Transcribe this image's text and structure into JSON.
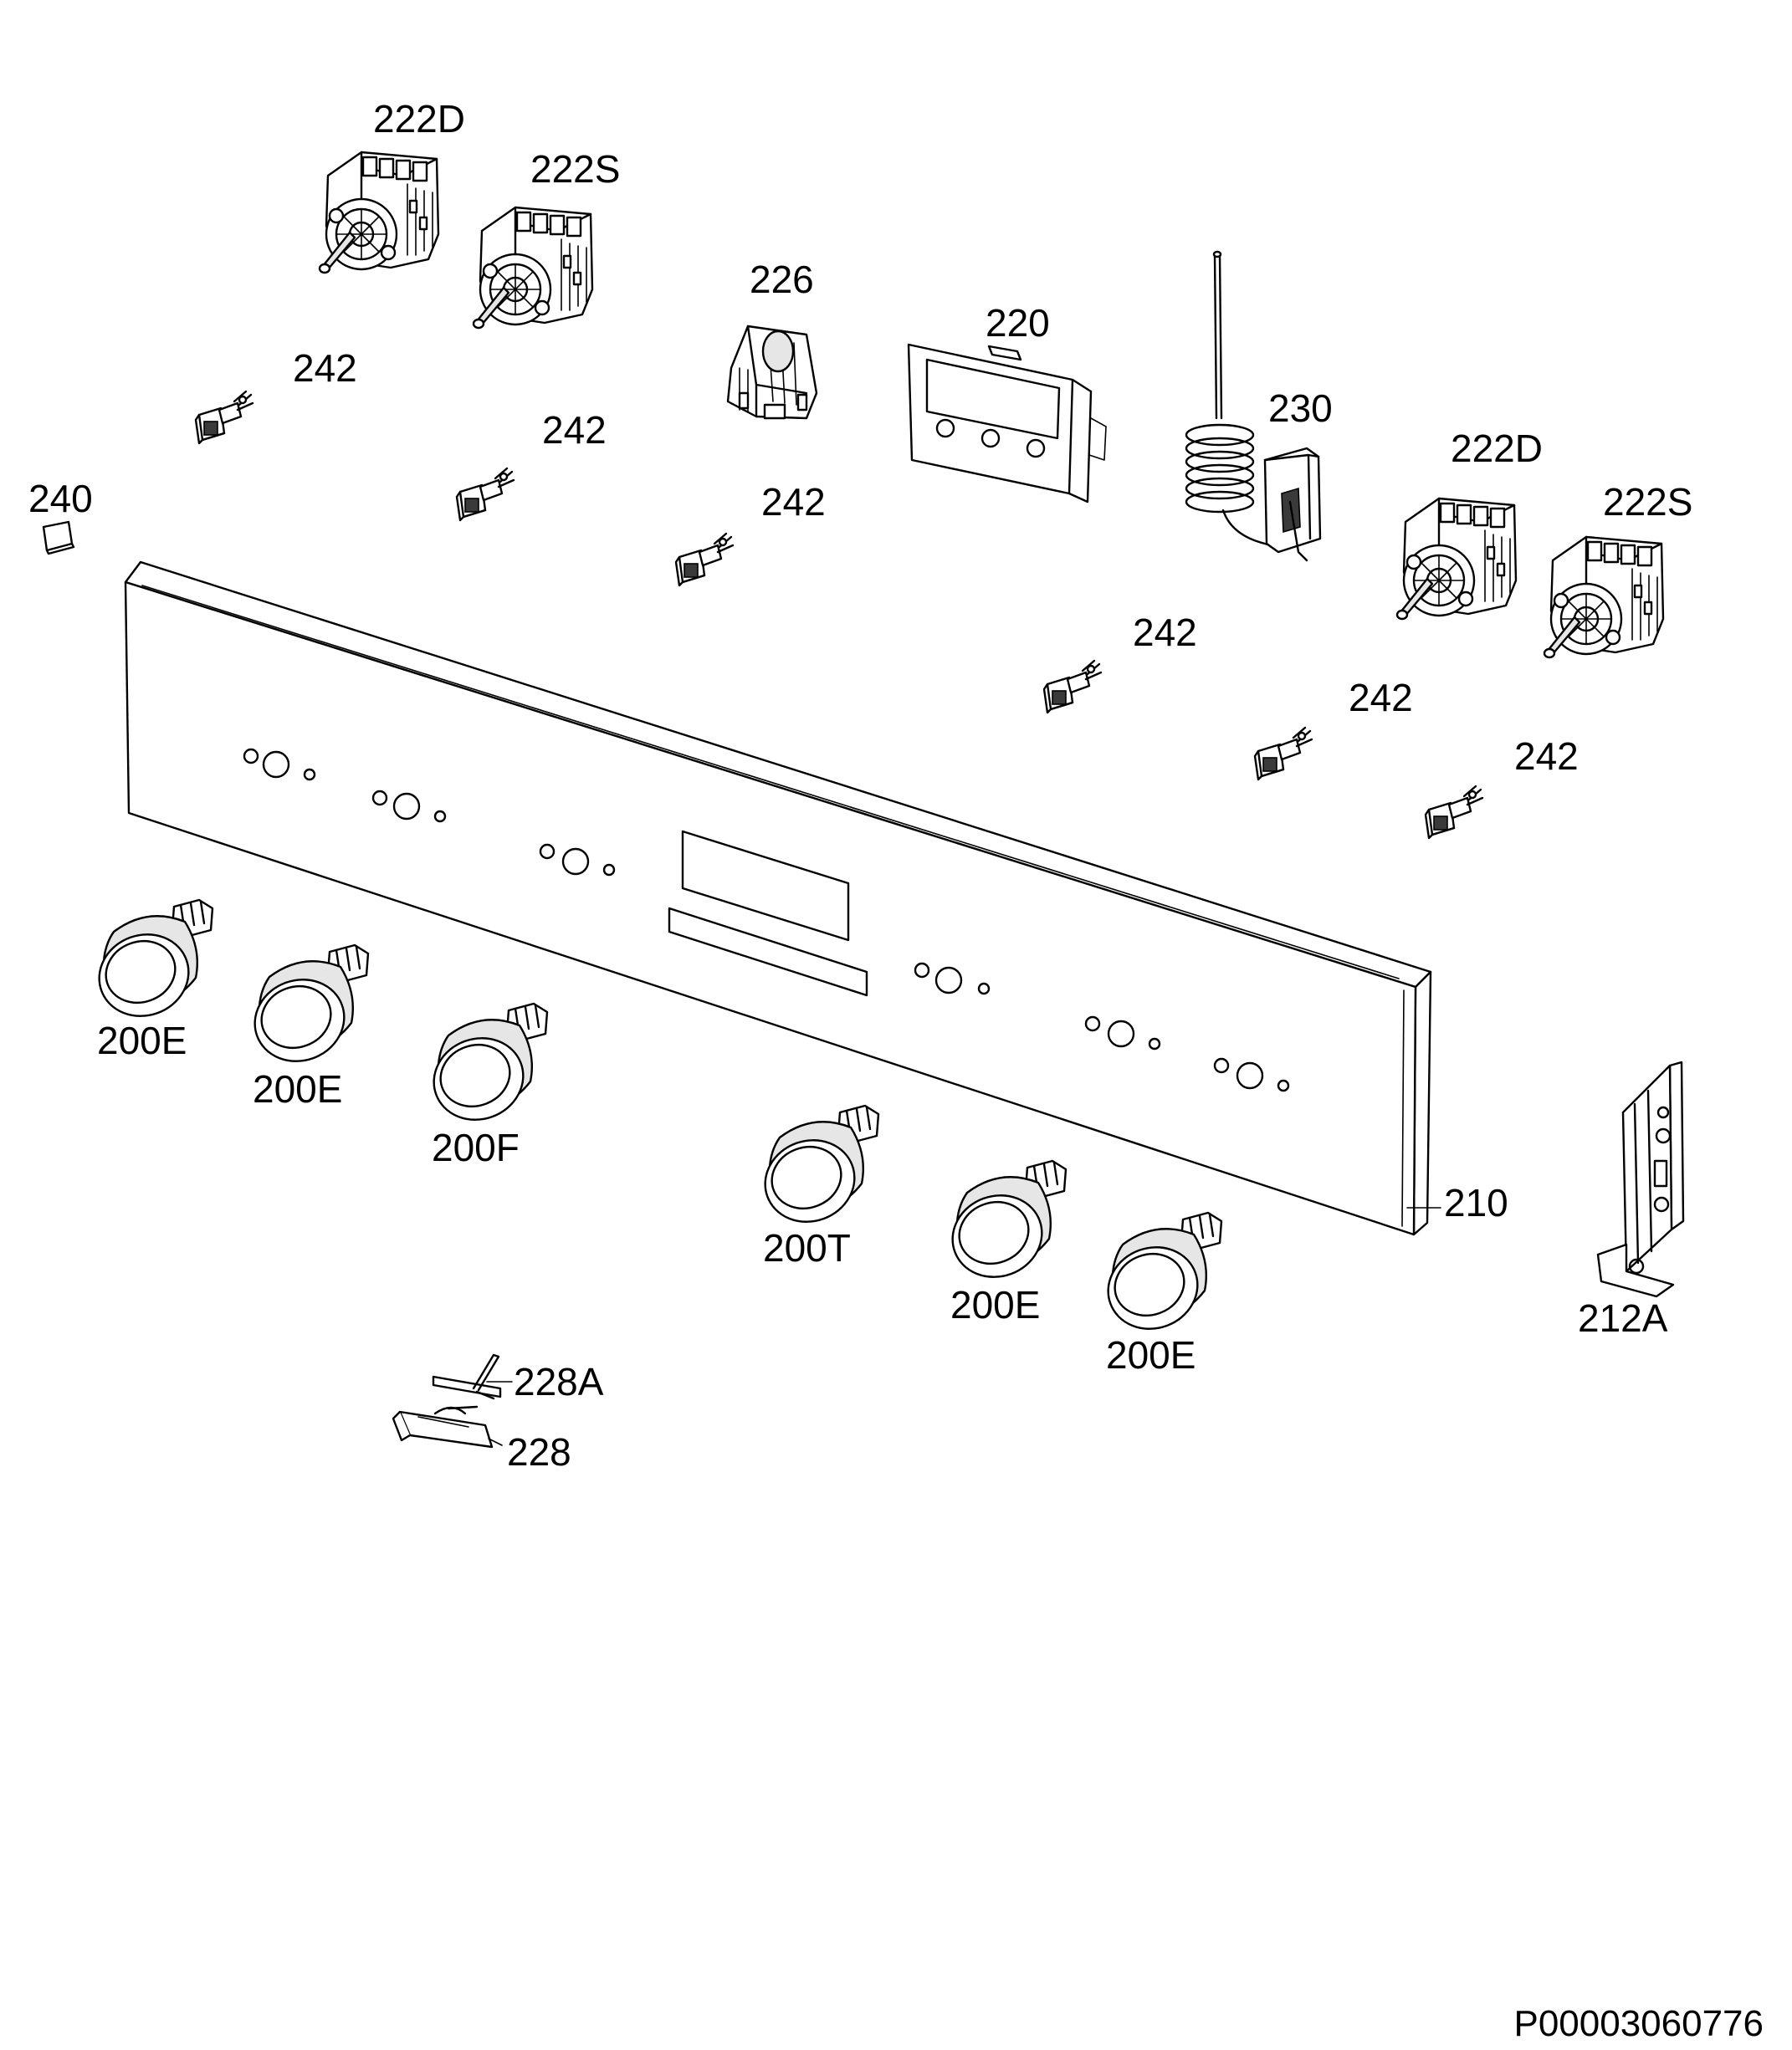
{
  "labels": {
    "sel_222D_a": "222D",
    "sel_222S_a": "222S",
    "sel_226": "226",
    "sel_220": "220",
    "sel_230": "230",
    "sel_222D_b": "222D",
    "sel_222S_b": "222S",
    "lamp_242_a": "242",
    "lamp_242_b": "242",
    "lamp_242_c": "242",
    "lamp_242_d": "242",
    "lamp_242_e": "242",
    "lamp_242_f": "242",
    "cap_240": "240",
    "panel_210": "210",
    "bracket_212A": "212A",
    "knob_200E_a": "200E",
    "knob_200E_b": "200E",
    "knob_200F": "200F",
    "knob_200T": "200T",
    "knob_200E_c": "200E",
    "knob_200E_d": "200E",
    "part_228A": "228A",
    "part_228": "228"
  },
  "document_code": "P00003060776"
}
